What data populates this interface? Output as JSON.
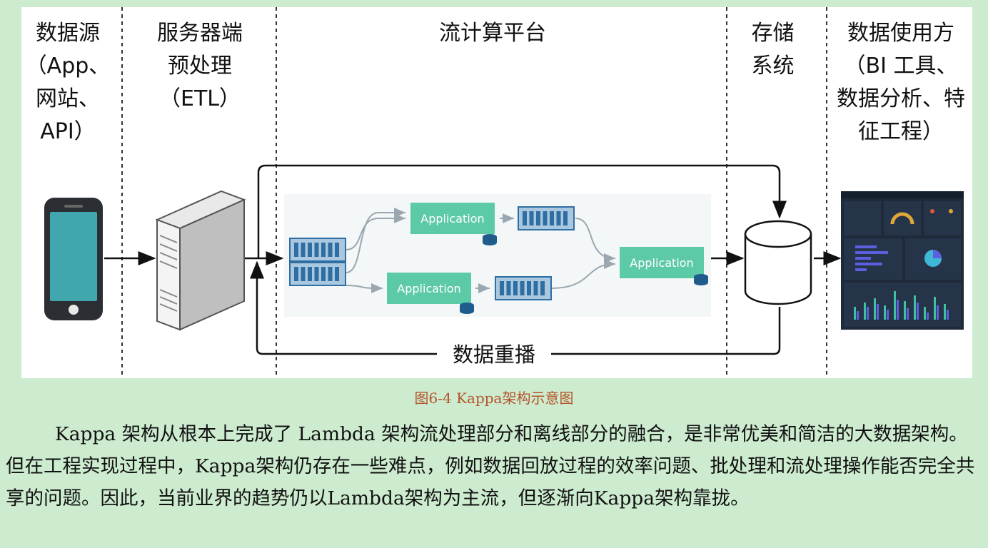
{
  "columns": {
    "source": "数据源\n（App、\n网站、\nAPI）",
    "server": "服务器端\n预处理\n（ETL）",
    "stream": "流计算平台",
    "storage": "存储\n系统",
    "consumer": "数据使用方\n（BI 工具、\n数据分析、特\n征工程）"
  },
  "diagram": {
    "app_label": "Application",
    "replay_label": "数据重播"
  },
  "caption": "图6-4 Kappa架构示意图",
  "body_text": "Kappa 架构从根本上完成了 Lambda 架构流处理部分和离线部分的融合，是非常优美和简洁的大数据架构。但在工程实现过程中，Kappa架构仍存在一些难点，例如数据回放过程的效率问题、批处理和流处理操作能否完全共享的问题。因此，当前业界的趋势仍以Lambda架构为主流，但逐渐向Kappa架构靠拢。",
  "colors": {
    "background": "#cdeccf",
    "caption": "#b5542a",
    "queue": "#2f6ea3",
    "app_box": "#5cc9a7",
    "dashboard": "#1e2a3a"
  }
}
